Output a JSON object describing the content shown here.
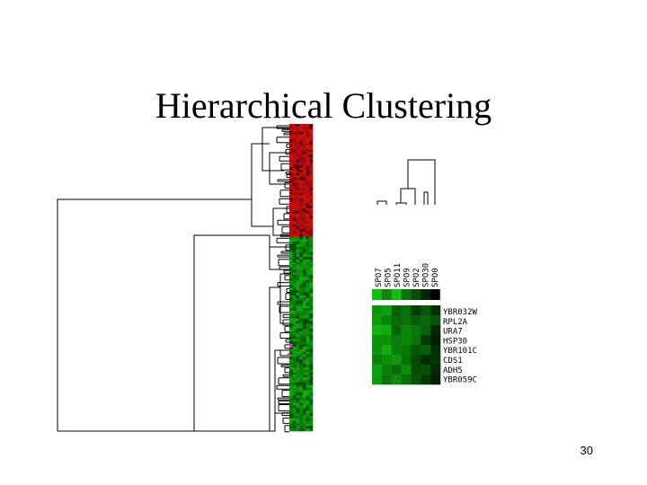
{
  "slide": {
    "title": "Hierarchical Clustering",
    "page_number": "30"
  },
  "figure": {
    "condition_labels": [
      "SPO7",
      "SPO5",
      "SPO11",
      "SPO9",
      "SPO2",
      "SPO30",
      "SPO0"
    ],
    "gene_labels": [
      "YBR032W",
      "RPL2A",
      "URA7",
      "HSP30",
      "YBR101C",
      "CDS1",
      "ADH5",
      "YBR059C"
    ],
    "colors": {
      "induced": "#e01010",
      "repressed": "#10c010",
      "dark": "#000000",
      "highlight": "#cc44cc"
    }
  }
}
